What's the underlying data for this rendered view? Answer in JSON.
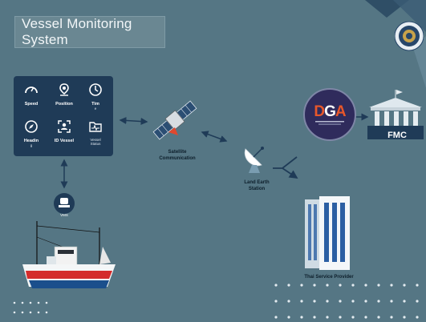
{
  "title": "Vessel Monitoring System",
  "panel": {
    "items": [
      {
        "label": "Speed",
        "icon": "speedometer-icon"
      },
      {
        "label": "Position",
        "icon": "location-pin-icon"
      },
      {
        "label": "Tim",
        "sub": "e",
        "icon": "clock-icon"
      },
      {
        "label": "Headin",
        "sub": "g",
        "icon": "compass-icon"
      },
      {
        "label": "ID Vessel",
        "icon": "id-scan-icon"
      },
      {
        "label": "Vessel",
        "sub": "Status",
        "icon": "folder-pulse-icon"
      }
    ]
  },
  "nodes": {
    "satellite": "Satellite\nCommunication",
    "land_earth_station": "Land Earth\nStation",
    "thai_service_provider": "Thai Service Provider",
    "fmc": "FMC",
    "vms": "VMS",
    "dga": {
      "letters": [
        "D",
        "G",
        "A"
      ]
    }
  },
  "colors": {
    "background": "#557684",
    "panel": "#1f3b57",
    "dga_circle": "#2f2b5c",
    "dga_accent": "#e8572a",
    "arrow": "#1f3b57"
  }
}
